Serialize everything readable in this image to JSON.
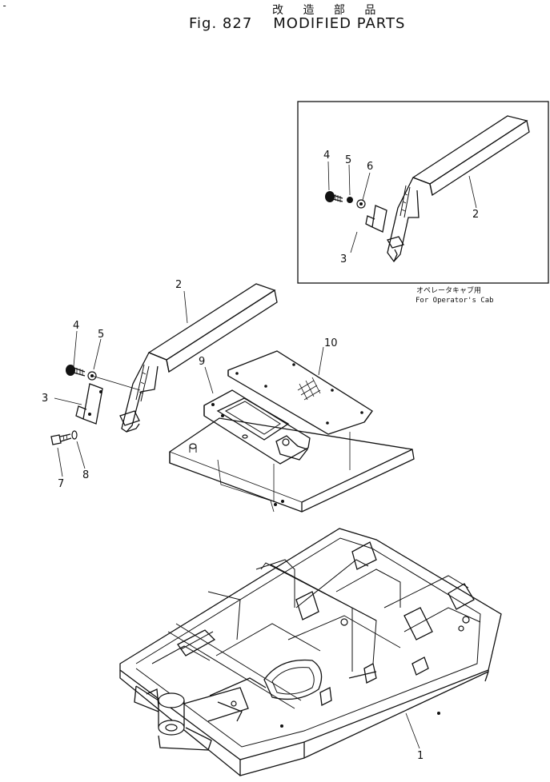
{
  "corner_mark": "-",
  "title_jp": "改 造 部 品",
  "title_fig": "Fig. 827",
  "title_text": "MODIFIED PARTS",
  "inset": {
    "caption_jp": "オペレータキャブ用",
    "caption_en": "For Operator's Cab",
    "callouts": [
      "4",
      "5",
      "6",
      "2",
      "3"
    ]
  },
  "callouts": {
    "c1": "1",
    "c2": "2",
    "c3": "3",
    "c4": "4",
    "c5": "5",
    "c7": "7",
    "c8": "8",
    "c9": "9",
    "c10": "10"
  }
}
